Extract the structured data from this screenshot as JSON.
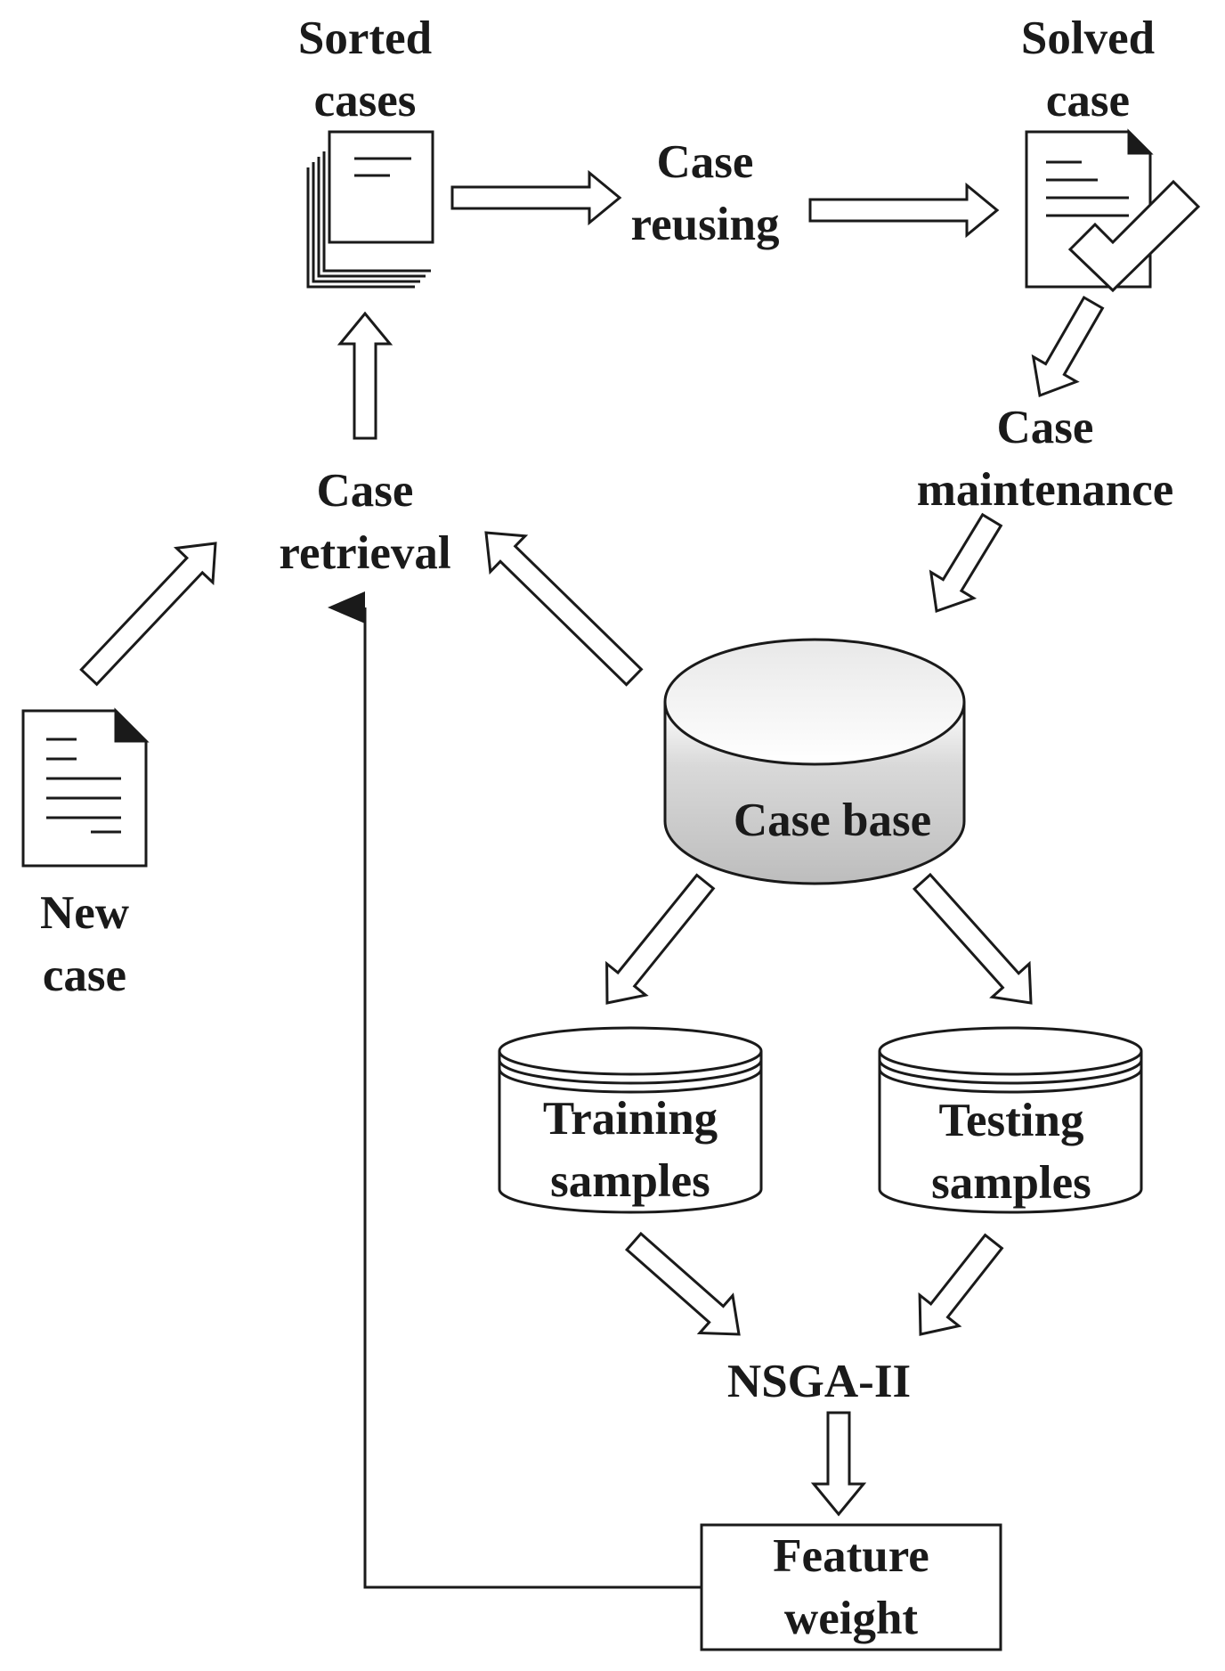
{
  "labels": {
    "sorted_cases": [
      "Sorted",
      "cases"
    ],
    "solved_case": [
      "Solved",
      "case"
    ],
    "case_reusing": [
      "Case",
      "reusing"
    ],
    "case_retrieval": [
      "Case",
      "retrieval"
    ],
    "case_maintenance": [
      "Case",
      "maintenance"
    ],
    "new_case": [
      "New",
      "case"
    ],
    "case_base": "Case base",
    "training_samples": [
      "Training",
      "samples"
    ],
    "testing_samples": [
      "Testing",
      "samples"
    ],
    "nsga": "NSGA-II",
    "feature_weight": [
      "Feature",
      "weight"
    ]
  },
  "colors": {
    "stroke": "#1a1a1a",
    "cylinder_top": "#ffffff",
    "cylinder_body": "#c4c4c4"
  }
}
